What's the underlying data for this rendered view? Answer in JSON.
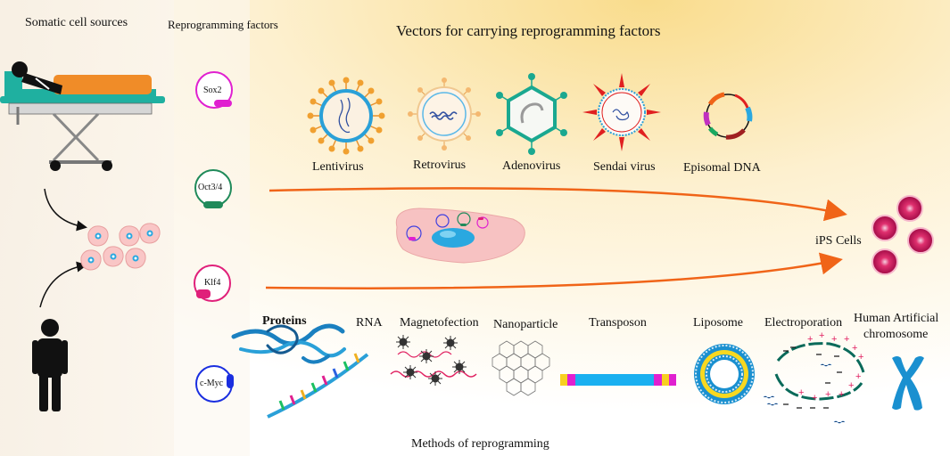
{
  "title": "Vectors for carrying reprogramming factors",
  "footer": "Methods of reprogramming",
  "columns": {
    "somatic": "Somatic cell sources",
    "factors": "Reprogramming factors"
  },
  "factors": [
    {
      "label": "Sox2",
      "color": "#e020d0"
    },
    {
      "label": "Oct3/4",
      "color": "#1f8a5a"
    },
    {
      "label": "Klf4",
      "color": "#e0207a"
    },
    {
      "label": "c-Myc",
      "color": "#1a2ee0"
    }
  ],
  "vectors": [
    "Lentivirus",
    "Retrovirus",
    "Adenovirus",
    "Sendai virus",
    "Episomal DNA"
  ],
  "target": "iPS Cells",
  "methods": [
    "Proteins",
    "RNA",
    "Magnetofection",
    "Nanoparticle",
    "Transposon",
    "Liposome",
    "Electroporation",
    "Human Artificial",
    "chromosome"
  ],
  "colors": {
    "arrow": "#f06418",
    "ips": "#c8105a",
    "nucleus": "#2aa8e0",
    "cell": "#f8c8c8"
  }
}
